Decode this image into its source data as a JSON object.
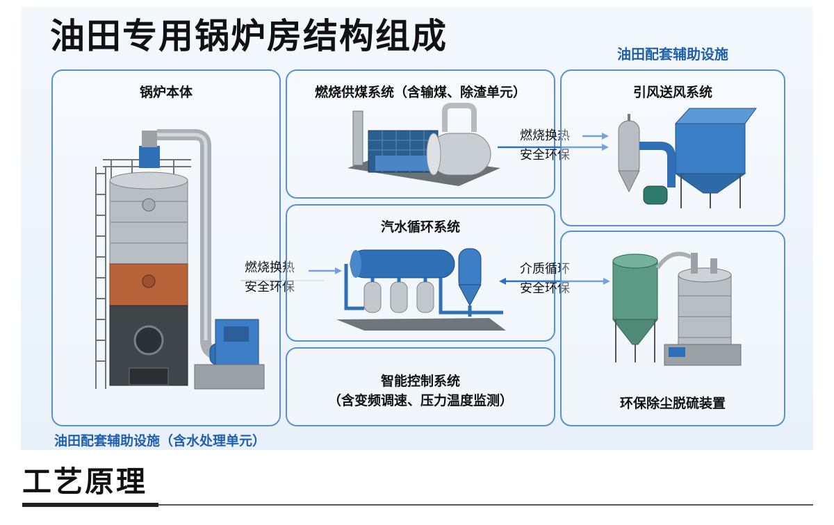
{
  "title": "油田专用锅炉房结构组成",
  "subtitle_top": "油田配套辅助设施",
  "caption_bottom": "油田配套辅助设施（含水处理单元）",
  "section_title": "工艺原理",
  "modules": {
    "boiler_body": "锅炉本体",
    "combustion_feed": "燃烧供煤系统（含输煤、除渣单元）",
    "draft_fan": "引风送风系统",
    "steam_water": "汽水循环系统",
    "smart_control_line1": "智能控制系统",
    "smart_control_line2": "（含变频调速、压力温度监测）",
    "env_protection": "环保除尘脱硫装置"
  },
  "flows": {
    "left": {
      "line1": "燃烧换热",
      "line2": "安全环保"
    },
    "top_right": {
      "line1": "燃烧换热",
      "line2": "安全环保"
    },
    "mid_right": {
      "line1": "介质循环",
      "line2": "安全环保"
    }
  },
  "colors": {
    "accent": "#1f5fae",
    "border": "#5b8fd0",
    "arrow": "#2a6fc9"
  }
}
